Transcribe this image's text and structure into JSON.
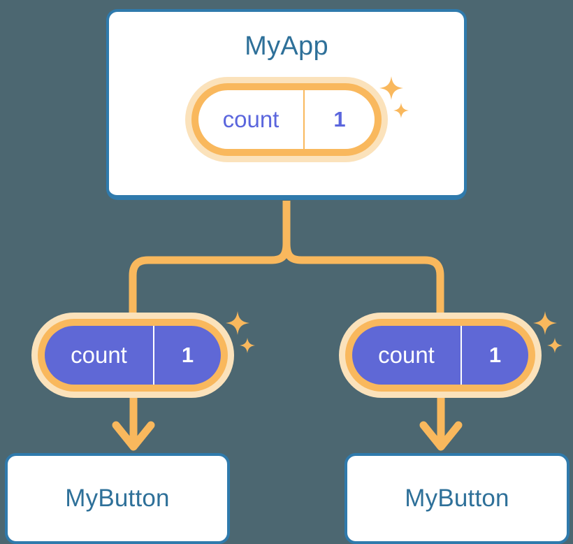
{
  "diagram": {
    "title_visible": false,
    "background_color": "#4c6771",
    "accent_orange": "#f9b85d",
    "accent_orange_light": "#fbe2bb",
    "accent_blue": "#2f7aac",
    "text_blue": "#2e7099",
    "accent_purple": "#5f68d6",
    "text_purple": "#5b66dd"
  },
  "app_card": {
    "title": "MyApp",
    "state": {
      "key": "count",
      "value": "1"
    }
  },
  "children": [
    {
      "state": {
        "key": "count",
        "value": "1"
      },
      "button": {
        "label": "MyButton"
      }
    },
    {
      "state": {
        "key": "count",
        "value": "1"
      },
      "button": {
        "label": "MyButton"
      }
    }
  ],
  "icons": {
    "sparkle_large": "sparkle-large-icon",
    "sparkle_small": "sparkle-small-icon",
    "arrow_down": "arrow-down-icon",
    "branch_connector": "branch-connector-icon"
  }
}
